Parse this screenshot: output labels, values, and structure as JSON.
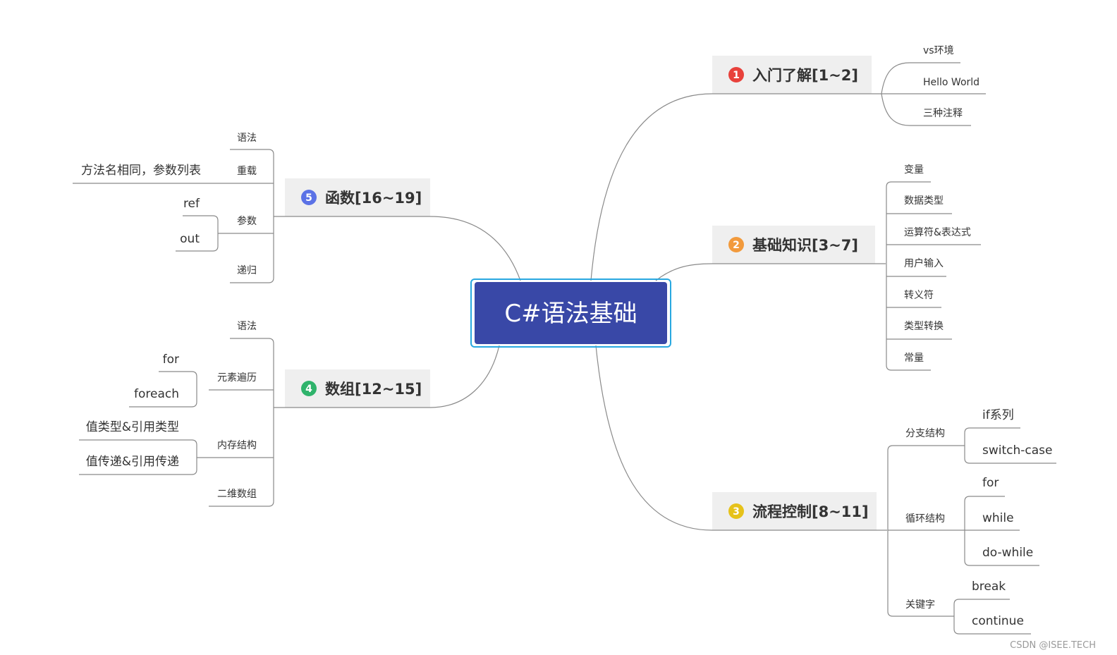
{
  "center": {
    "title": "C#语法基础"
  },
  "colors": {
    "center_fill": "#3948a7",
    "center_border": "#29a8e0",
    "branch_bg": "#efefef",
    "line": "#8a8a8a",
    "badge_1": "#e8413b",
    "badge_2": "#f29a3c",
    "badge_3": "#e6c21a",
    "badge_4": "#2fb36b",
    "badge_5": "#5b72e6"
  },
  "branches": [
    {
      "num": "1",
      "label": "入门了解[1~2]",
      "children": [
        "vs环境",
        "Hello World",
        "三种注释"
      ]
    },
    {
      "num": "2",
      "label": "基础知识[3~7]",
      "children": [
        "变量",
        "数据类型",
        "运算符&表达式",
        "用户输入",
        "转义符",
        "类型转换",
        "常量"
      ]
    },
    {
      "num": "3",
      "label": "流程控制[8~11]",
      "children": [
        {
          "label": "分支结构",
          "children": [
            "if系列",
            "switch-case"
          ]
        },
        {
          "label": "循环结构",
          "children": [
            "for",
            "while",
            "do-while"
          ]
        },
        {
          "label": "关键字",
          "children": [
            "break",
            "continue"
          ]
        }
      ]
    },
    {
      "num": "4",
      "label": "数组[12~15]",
      "children": [
        {
          "label": "语法",
          "children": []
        },
        {
          "label": "元素遍历",
          "children": [
            "for",
            "foreach"
          ]
        },
        {
          "label": "内存结构",
          "children": [
            "值类型&引用类型",
            "值传递&引用传递"
          ]
        },
        {
          "label": "二维数组",
          "children": []
        }
      ]
    },
    {
      "num": "5",
      "label": "函数[16~19]",
      "children": [
        {
          "label": "语法",
          "children": []
        },
        {
          "label": "重载",
          "children": [
            "方法名相同，参数列表"
          ]
        },
        {
          "label": "参数",
          "children": [
            "ref",
            "out"
          ]
        },
        {
          "label": "递归",
          "children": []
        }
      ]
    }
  ],
  "watermark": "CSDN @ISEE.TECH"
}
